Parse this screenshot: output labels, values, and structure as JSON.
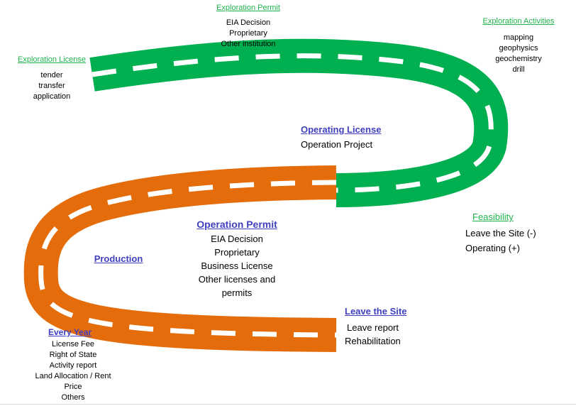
{
  "colors": {
    "green_road": "#00b050",
    "orange_road": "#e46c0a",
    "green_link": "#22b24c",
    "blue_link": "#3f3fbf"
  },
  "exploration_permit": {
    "title": "Exploration Permit",
    "items": [
      "EIA Decision",
      "Proprietary",
      "Other institution"
    ]
  },
  "exploration_license": {
    "title": "Exploration License",
    "items": [
      "tender",
      "transfer",
      "application"
    ]
  },
  "exploration_activities": {
    "title": "Exploration Activities",
    "items": [
      "mapping",
      "geophysics",
      "geochemistry",
      "drill"
    ]
  },
  "operating_license": {
    "title": "Operating License",
    "items": [
      "Operation Project"
    ]
  },
  "feasibility": {
    "title": "Feasibility",
    "items": [
      "Leave the Site (-)",
      "Operating (+)"
    ]
  },
  "operation_permit": {
    "title": "Operation Permit",
    "items": [
      "EIA Decision",
      "Proprietary",
      "Business License",
      "Other licenses and",
      "permits"
    ]
  },
  "production": {
    "title": "Production"
  },
  "leave_site": {
    "title": "Leave the Site",
    "items": [
      "Leave report",
      "Rehabilitation"
    ]
  },
  "every_year": {
    "title": "Every Year",
    "items": [
      "License Fee",
      "Right of State",
      "Activity report",
      "Land Allocation / Rent",
      "Price",
      "Others"
    ]
  }
}
